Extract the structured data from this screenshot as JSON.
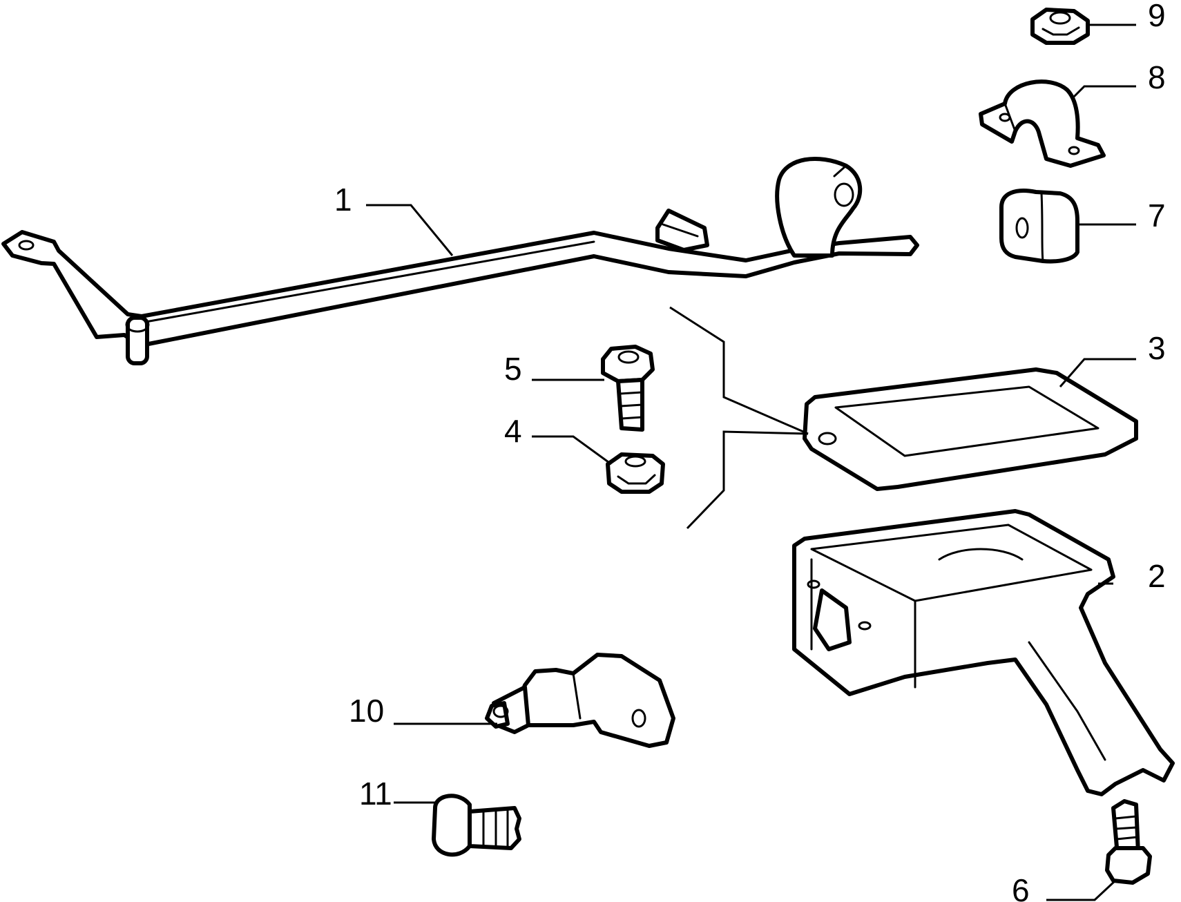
{
  "colors": {
    "line": "#000000",
    "background": "#ffffff"
  },
  "parts": [
    {
      "id": "1",
      "label": "1",
      "icon": "stabilizer-bar-icon"
    },
    {
      "id": "2",
      "label": "2",
      "icon": "support-bracket-icon"
    },
    {
      "id": "3",
      "label": "3",
      "icon": "plate-icon"
    },
    {
      "id": "4",
      "label": "4",
      "icon": "nut-icon"
    },
    {
      "id": "5",
      "label": "5",
      "icon": "bolt-icon"
    },
    {
      "id": "6",
      "label": "6",
      "icon": "screw-icon"
    },
    {
      "id": "7",
      "label": "7",
      "icon": "rubber-bush-icon"
    },
    {
      "id": "8",
      "label": "8",
      "icon": "clamp-icon"
    },
    {
      "id": "9",
      "label": "9",
      "icon": "nut-icon"
    },
    {
      "id": "10",
      "label": "10",
      "icon": "switch-icon"
    },
    {
      "id": "11",
      "label": "11",
      "icon": "plug-icon"
    }
  ]
}
